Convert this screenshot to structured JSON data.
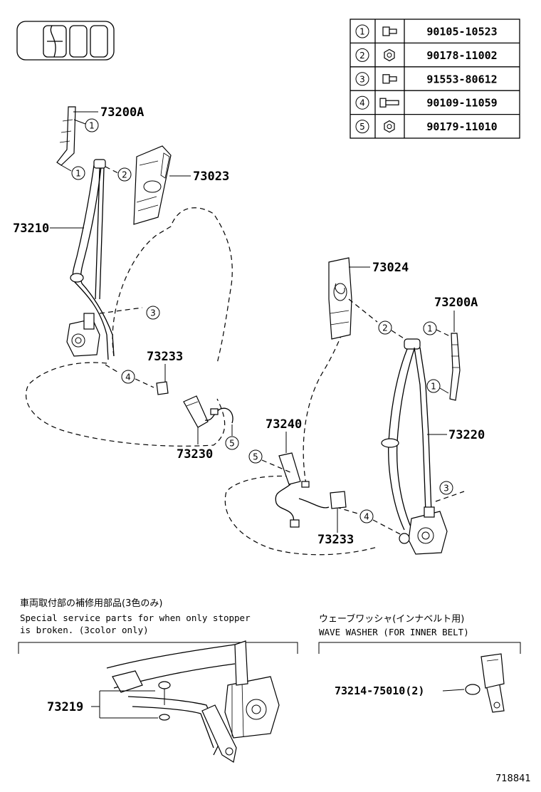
{
  "hardware_table": [
    {
      "index": "1",
      "part_no": "90105-10523",
      "icon": "bolt-icon"
    },
    {
      "index": "2",
      "part_no": "90178-11002",
      "icon": "nut-icon"
    },
    {
      "index": "3",
      "part_no": "91553-80612",
      "icon": "bolt-icon"
    },
    {
      "index": "4",
      "part_no": "90109-11059",
      "icon": "long-bolt-icon"
    },
    {
      "index": "5",
      "part_no": "90179-11010",
      "icon": "nut-icon"
    }
  ],
  "labels": {
    "anchor_left": "73200A",
    "anchor_right": "73200A",
    "pillar_trim_left": "73023",
    "pillar_trim_right": "73024",
    "belt_left": "73210",
    "belt_right": "73220",
    "buckle_cover_left": "73233",
    "buckle_cover_right": "73233",
    "buckle_left": "73230",
    "buckle_right": "73240",
    "stopper_kit": "73219",
    "wave_washer_part": "73214-75010(2)"
  },
  "callouts": {
    "c1": "1",
    "c2": "2",
    "c3": "3",
    "c4": "4",
    "c5": "5"
  },
  "notes": {
    "service_jp": "車両取付部の補修用部品(3色のみ)",
    "service_en_line1": "Special service parts for when only stopper",
    "service_en_line2": "is broken. (3color only)",
    "washer_jp": "ウェーブワッシャ(インナベルト用)",
    "washer_en": "WAVE WASHER (FOR INNER BELT)"
  },
  "figure_number": "718841"
}
